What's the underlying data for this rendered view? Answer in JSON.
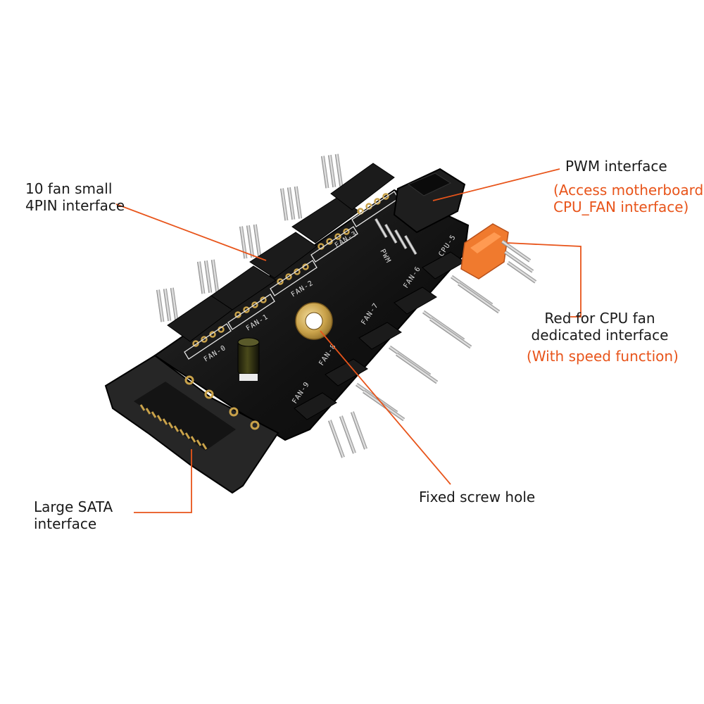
{
  "callouts": {
    "fan_small": {
      "line1": "10 fan small",
      "line2": "4PIN interface"
    },
    "pwm": {
      "title": "PWM interface",
      "sub1": "(Access motherboard",
      "sub2": "CPU_FAN interface)"
    },
    "cpu_fan": {
      "line1": "Red for CPU fan",
      "line2": "dedicated interface",
      "sub": "(With speed function)"
    },
    "screw": {
      "text": "Fixed screw hole"
    },
    "sata": {
      "line1": "Large SATA",
      "line2": "interface"
    }
  },
  "pcb_labels": {
    "fan0": "FAN-0",
    "fan1": "FAN-1",
    "fan2": "FAN-2",
    "fan3": "FAN-3",
    "pwm": "PWM",
    "cpu": "CPU-5",
    "fan6": "FAN-6",
    "fan7": "FAN-7",
    "fan8": "FAN-8",
    "fan9": "FAN-9"
  },
  "colors": {
    "accent_orange": "#e8541a",
    "pcb": "#121212",
    "connector_red": "#f07a2e",
    "gold": "#c9a24a"
  }
}
